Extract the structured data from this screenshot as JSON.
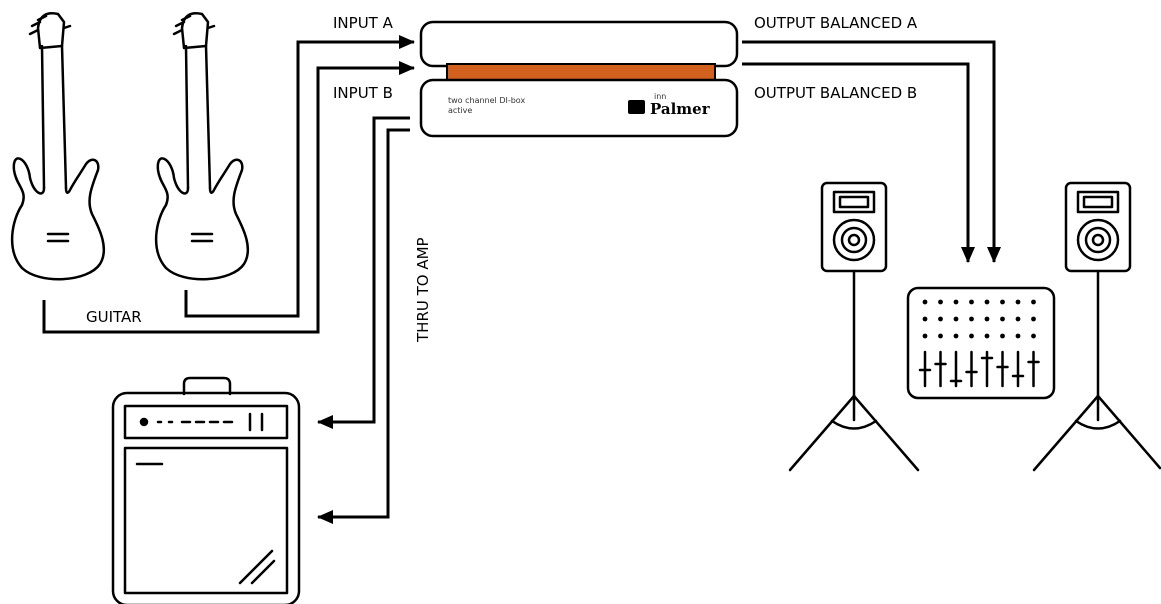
{
  "labels": {
    "input_a": "INPUT A",
    "input_b": "INPUT B",
    "output_a": "OUTPUT BALANCED A",
    "output_b": "OUTPUT BALANCED B",
    "guitar": "GUITAR",
    "thru": "THRU TO AMP"
  },
  "device": {
    "line1": "two channel DI-box",
    "line2": "active",
    "brand_small": "inn",
    "brand": "Palmer",
    "accent_color": "#d2601f"
  }
}
